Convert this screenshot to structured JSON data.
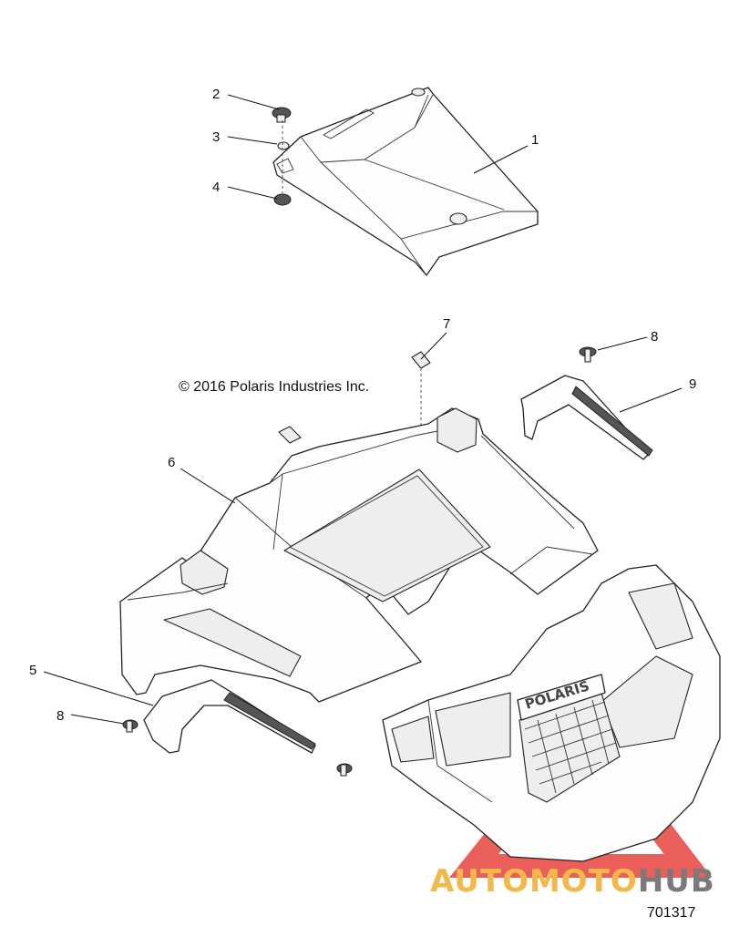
{
  "copyright": "© 2016 Polaris Industries Inc.",
  "document_number": "701317",
  "brand_logo_text": "POLARIS",
  "watermark": {
    "part1": "AUTOMOTO",
    "part2": "HUB",
    "color_primary": "#f2b84a",
    "color_secondary": "#7a7a7a",
    "triangle_color": "#e8433d"
  },
  "callouts": [
    {
      "id": "c2",
      "label": "2"
    },
    {
      "id": "c3",
      "label": "3"
    },
    {
      "id": "c4",
      "label": "4"
    },
    {
      "id": "c1",
      "label": "1"
    },
    {
      "id": "c7",
      "label": "7"
    },
    {
      "id": "c8a",
      "label": "8"
    },
    {
      "id": "c9",
      "label": "9"
    },
    {
      "id": "c6",
      "label": "6"
    },
    {
      "id": "c5",
      "label": "5"
    },
    {
      "id": "c8b",
      "label": "8"
    }
  ]
}
